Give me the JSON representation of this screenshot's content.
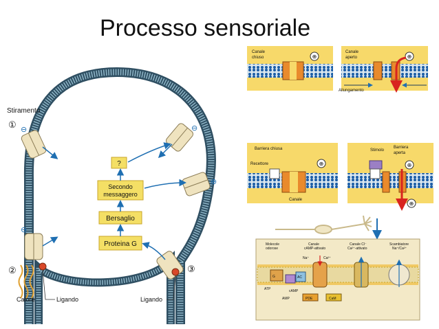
{
  "title": "Processo sensoriale",
  "main_figure": {
    "labels": {
      "stretch": "Stiramento",
      "heat": "Calore",
      "ligand_left": "Ligando",
      "ligand_right": "Ligando",
      "unknown": "?",
      "second_messenger_1": "Secondo",
      "second_messenger_2": "messaggero",
      "target": "Bersaglio",
      "g_protein": "Proteina G"
    },
    "markers": {
      "one": "①",
      "two": "②",
      "three": "③"
    },
    "charges": {
      "minus": "⊖",
      "plus": "⊕"
    }
  },
  "panels": {
    "top_closed": {
      "label_1": "Canale",
      "label_2": "chiuso"
    },
    "top_open": {
      "label_1": "Canale",
      "label_2": "aperto",
      "stretch": "Allungamento"
    },
    "mid_left": {
      "barrier": "Barriera chiusa",
      "receptor": "Recettore",
      "channel": "Canale"
    },
    "mid_right": {
      "stimulus": "Stimolo",
      "barrier_1": "Barriera",
      "barrier_2": "aperta"
    },
    "bottom": {
      "col1_1": "Molecole",
      "col1_2": "odorose",
      "col2_1": "Canale",
      "col2_2": "cAMP-attivato",
      "col3_1": "Canale Cl⁻",
      "col3_2": "Ca²⁺-attivato",
      "col4_1": "Scambiatore",
      "col4_2": "Na⁺/Ca²⁺",
      "na": "Na⁺",
      "ca": "Ca²⁺",
      "atp": "ATP",
      "camp": "cAMP",
      "amp": "AMP",
      "pde": "PDE",
      "camk": "CaM",
      "ac": "AC",
      "g": "G"
    }
  },
  "colors": {
    "cell_fill": "#ffffff",
    "membrane_dark": "#2f4f62",
    "membrane_light": "#8fb6c8",
    "box_yellow": "#f4df65",
    "box_border": "#c9a62a",
    "panel_bg": "#f7d96a",
    "membrane_blue": "#1b5da6",
    "channel_orange": "#e98a2c",
    "arrow_red": "#d8241f",
    "arrow_blue": "#1f6fb2"
  }
}
